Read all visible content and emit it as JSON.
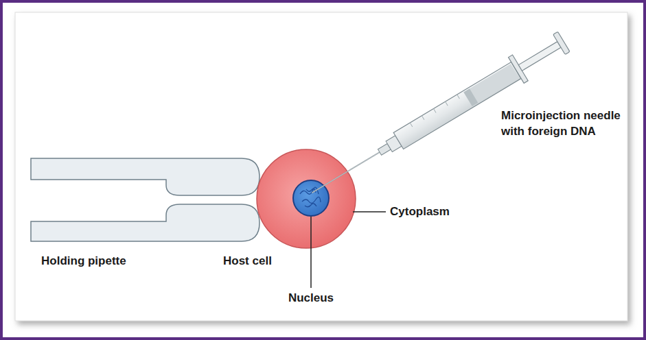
{
  "diagram": {
    "labels": [
      "Microinjection needle with foreign DNA",
      "Cytoplasm",
      "Holding pipette",
      "Host cell",
      "Nucleus"
    ]
  }
}
